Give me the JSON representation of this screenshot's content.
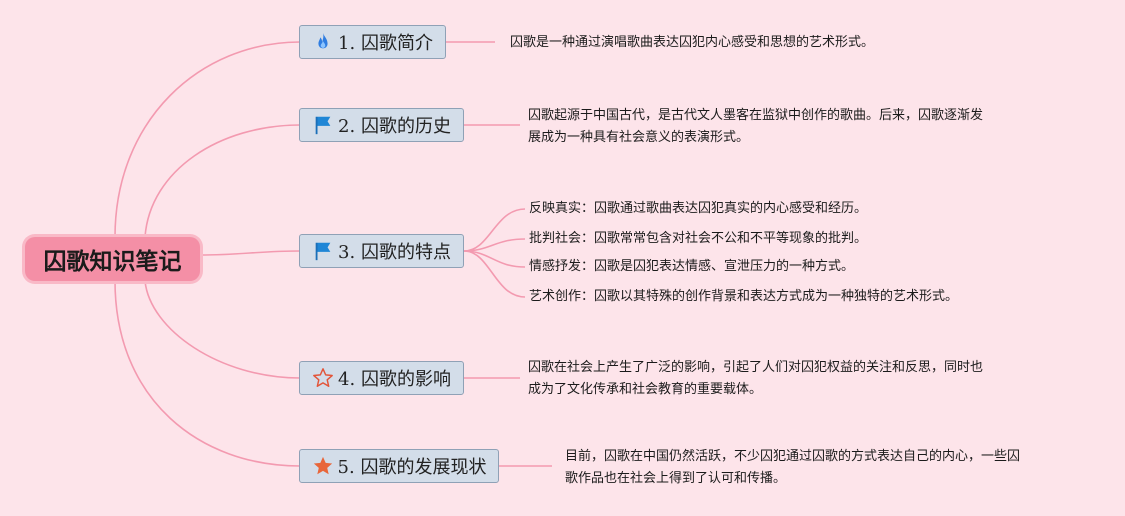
{
  "root": {
    "title": "囚歌知识笔记"
  },
  "topics": [
    {
      "label": "1. 囚歌简介",
      "icon": "fire-icon",
      "details": [
        "囚歌是一种通过演唱歌曲表达囚犯内心感受和思想的艺术形式。"
      ]
    },
    {
      "label": "2. 囚歌的历史",
      "icon": "blue-flag-icon",
      "details": [
        "囚歌起源于中国古代，是古代文人墨客在监狱中创作的歌曲。后来，囚歌逐渐发",
        "展成为一种具有社会意义的表演形式。"
      ]
    },
    {
      "label": "3. 囚歌的特点",
      "icon": "blue-flag-icon",
      "items": [
        "反映真实：囚歌通过歌曲表达囚犯真实的内心感受和经历。",
        "批判社会：囚歌常常包含对社会不公和不平等现象的批判。",
        "情感抒发：囚歌是囚犯表达情感、宣泄压力的一种方式。",
        "艺术创作：囚歌以其特殊的创作背景和表达方式成为一种独特的艺术形式。"
      ]
    },
    {
      "label": "4. 囚歌的影响",
      "icon": "star-outline-icon",
      "details": [
        "囚歌在社会上产生了广泛的影响，引起了人们对囚犯权益的关注和反思，同时也",
        "成为了文化传承和社会教育的重要载体。"
      ]
    },
    {
      "label": "5. 囚歌的发展现状",
      "icon": "orange-star-icon",
      "details": [
        "目前，囚歌在中国仍然活跃，不少囚犯通过囚歌的方式表达自己的内心，一些囚",
        "歌作品也在社会上得到了认可和传播。"
      ]
    }
  ],
  "colors": {
    "background": "#fde4ea",
    "connector": "#f39ab0",
    "root_fill": "#f48fa6",
    "topic_fill": "#d3dde9",
    "topic_border": "#8fa1b6"
  }
}
